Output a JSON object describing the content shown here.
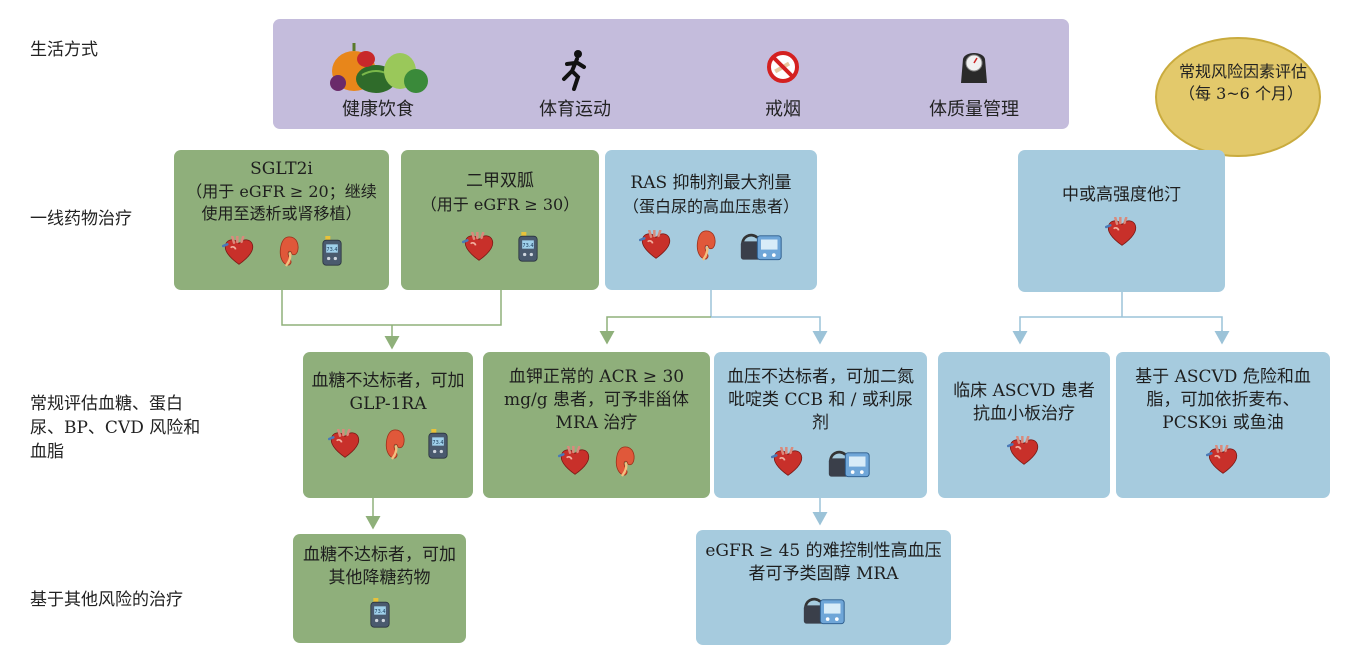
{
  "row_labels": {
    "lifestyle": "生活方式",
    "first_line": "一线药物治疗",
    "routine_eval": "常规评估血糖、蛋白 尿、BP、CVD 风险和血脂",
    "other_risk": "基于其他风险的治疗"
  },
  "lifestyle": {
    "items": [
      {
        "label": "健康饮食",
        "icon": "vegetables-icon"
      },
      {
        "label": "体育运动",
        "icon": "runner-icon"
      },
      {
        "label": "戒烟",
        "icon": "no-smoking-icon"
      },
      {
        "label": "体质量管理",
        "icon": "weight-scale-icon"
      }
    ]
  },
  "badge": {
    "text": "常规风险因素评估（每 3~6 个月）"
  },
  "boxes": {
    "sglt2i": {
      "title": "SGLT2i",
      "body": "（用于 eGFR ≥ 20；继续使用至透析或肾移植）"
    },
    "metformin": {
      "title": "二甲双胍",
      "body": "（用于 eGFR ≥ 30）"
    },
    "ras": {
      "title": "RAS 抑制剂最大剂量",
      "body": "（蛋白尿的高血压患者）"
    },
    "statin": {
      "title": "中或高强度他汀"
    },
    "glp1": {
      "title": "血糖不达标者，可加 GLP-1RA"
    },
    "mra": {
      "title": "血钾正常的 ACR ≥ 30 mg/g 患者，可予非甾体 MRA 治疗"
    },
    "ccb": {
      "title": "血压不达标者，可加二氮吡啶类 CCB 和 / 或利尿剂"
    },
    "antiplatelet": {
      "title": "临床 ASCVD 患者抗血小板治疗"
    },
    "lipid": {
      "title": "基于 ASCVD 危险和血脂，可加依折麦布、PCSK9i 或鱼油"
    },
    "other_glucose": {
      "title": "血糖不达标者，可加其他降糖药物"
    },
    "steroid_mra": {
      "title": "eGFR ≥ 45 的难控制性高血压者可予类固醇 MRA"
    }
  },
  "colors": {
    "green": "#8faf7b",
    "blue": "#a6cbde",
    "lavender": "#c4bcdc",
    "gold": "#e3c96b",
    "green_line": "#8fb07a",
    "blue_line": "#9cc3d8"
  }
}
